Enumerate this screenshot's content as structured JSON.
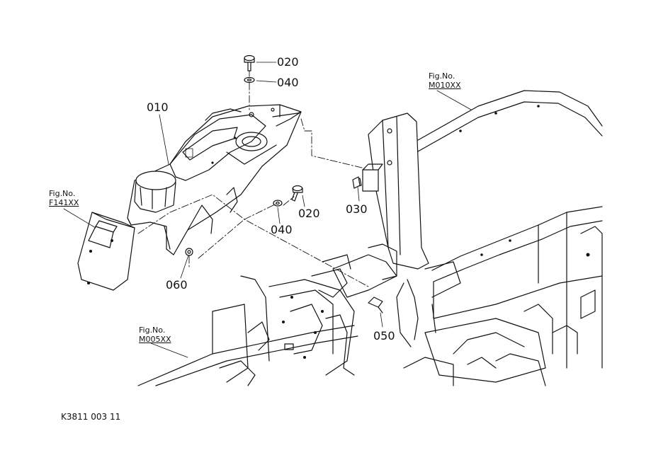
{
  "parts": {
    "p010": "010",
    "p020_top": "020",
    "p040_top": "040",
    "p020_mid": "020",
    "p040_mid": "040",
    "p030": "030",
    "p050": "050",
    "p060": "060"
  },
  "figure_refs": {
    "m010": {
      "label": "Fig.No.",
      "code": "M010XX"
    },
    "f141": {
      "label": "Fig.No.",
      "code": "F141XX"
    },
    "m005": {
      "label": "Fig.No.",
      "code": "M005XX"
    }
  },
  "drawing_code": "K3811 003 11"
}
